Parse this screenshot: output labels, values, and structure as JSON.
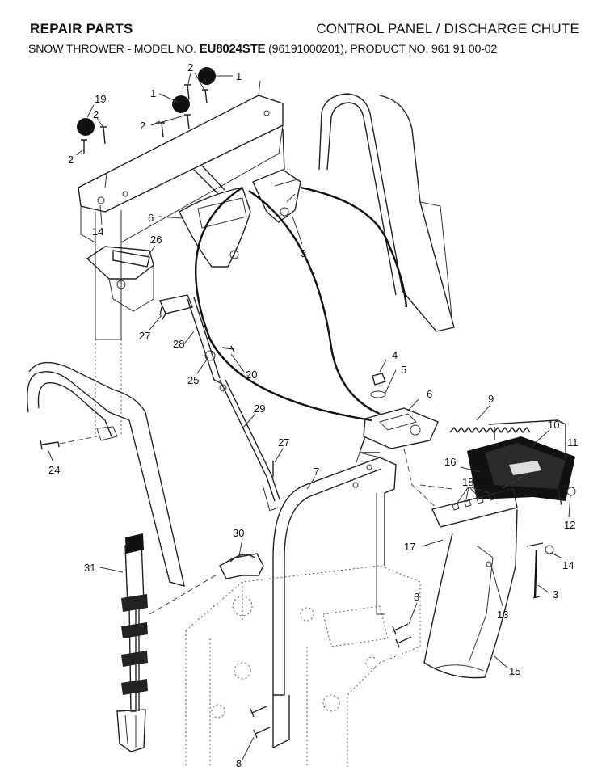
{
  "header": {
    "left_title": "REPAIR PARTS",
    "right_title": "CONTROL PANEL / DISCHARGE CHUTE",
    "subtitle_prefix": "SNOW THROWER - MODEL NO. ",
    "model_no": "EU8024STE",
    "subtitle_suffix": " (96191000201), PRODUCT NO. 961 91 00-02"
  },
  "callouts": [
    {
      "id": "c1",
      "label": "1"
    },
    {
      "id": "c2",
      "label": "1"
    },
    {
      "id": "c3",
      "label": "2"
    },
    {
      "id": "c4",
      "label": "2"
    },
    {
      "id": "c5",
      "label": "2"
    },
    {
      "id": "c6",
      "label": "2"
    },
    {
      "id": "c7",
      "label": "19"
    },
    {
      "id": "c8",
      "label": "6"
    },
    {
      "id": "c9",
      "label": "3"
    },
    {
      "id": "c10",
      "label": "14"
    },
    {
      "id": "c11",
      "label": "26"
    },
    {
      "id": "c12",
      "label": "27"
    },
    {
      "id": "c13",
      "label": "28"
    },
    {
      "id": "c14",
      "label": "20"
    },
    {
      "id": "c15",
      "label": "25"
    },
    {
      "id": "c16",
      "label": "4"
    },
    {
      "id": "c17",
      "label": "5"
    },
    {
      "id": "c18",
      "label": "6"
    },
    {
      "id": "c19",
      "label": "9"
    },
    {
      "id": "c20",
      "label": "10"
    },
    {
      "id": "c21",
      "label": "11"
    },
    {
      "id": "c22",
      "label": "16"
    },
    {
      "id": "c23",
      "label": "18"
    },
    {
      "id": "c24",
      "label": "12"
    },
    {
      "id": "c25",
      "label": "14"
    },
    {
      "id": "c26",
      "label": "17"
    },
    {
      "id": "c27",
      "label": "3"
    },
    {
      "id": "c28",
      "label": "13"
    },
    {
      "id": "c29",
      "label": "15"
    },
    {
      "id": "c30",
      "label": "29"
    },
    {
      "id": "c31",
      "label": "27"
    },
    {
      "id": "c32",
      "label": "7"
    },
    {
      "id": "c33",
      "label": "24"
    },
    {
      "id": "c34",
      "label": "30"
    },
    {
      "id": "c35",
      "label": "31"
    },
    {
      "id": "c36",
      "label": "8"
    },
    {
      "id": "c37",
      "label": "8"
    }
  ]
}
